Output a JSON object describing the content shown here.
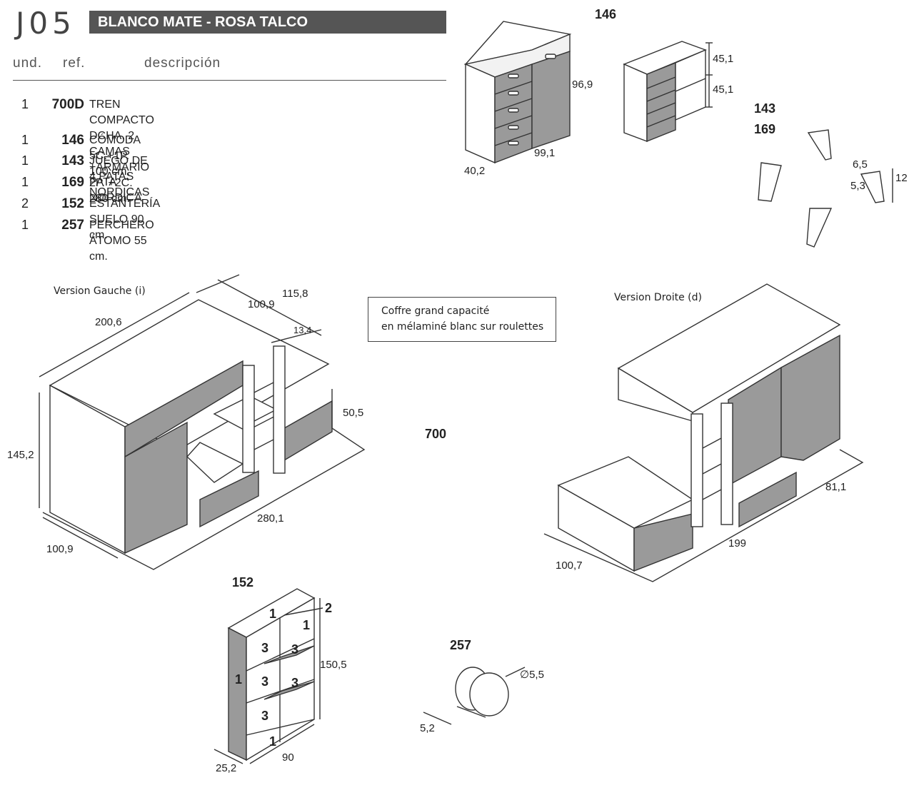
{
  "header": {
    "code": "J05",
    "title": "BLANCO MATE - ROSA TALCO",
    "col_und": "und.",
    "col_ref": "ref.",
    "col_desc": "descripción"
  },
  "items": [
    {
      "qty": "1",
      "ref": "700D",
      "desc": "TREN COMPACTO DCHA. 2 CAMAS +ARMARIO",
      "desc2": "2P. +2C. 280 cm."
    },
    {
      "qty": "1",
      "ref": "146",
      "desc": "CÓMODA 5C.+1P. 100 cm."
    },
    {
      "qty": "1",
      "ref": "143",
      "desc": "JUEGO DE 4 PATAS NORDICAS"
    },
    {
      "qty": "1",
      "ref": "169",
      "desc": "PATA NORDICA"
    },
    {
      "qty": "2",
      "ref": "152",
      "desc": "ESTANTERÍA SUELO 90 cm."
    },
    {
      "qty": "1",
      "ref": "257",
      "desc": "PERCHERO ÁTOMO 55 cm."
    }
  ],
  "diagram_146": {
    "ref": "146",
    "dims": {
      "height": "96,9",
      "width": "99,1",
      "depth": "40,2",
      "upper": "45,1",
      "lower": "45,1"
    }
  },
  "diagram_legs": {
    "ref1": "143",
    "ref2": "169",
    "dims": {
      "a": "6,5",
      "b": "5,3",
      "c": "12"
    }
  },
  "diagram_700": {
    "ref": "700",
    "left_label": "Version Gauche (i)",
    "right_label": "Version Droite (d)",
    "note_line1": "Coffre grand capacité",
    "note_line2": "en mélaminé blanc sur roulettes",
    "left_dims": {
      "len": "200,6",
      "d1": "100,9",
      "d2": "115,8",
      "d3": "13,4",
      "h": "145,2",
      "h2": "50,5",
      "total": "280,1",
      "depth": "100,9"
    },
    "right_dims": {
      "w": "81,1",
      "len": "199",
      "depth": "100,7"
    }
  },
  "diagram_152": {
    "ref": "152",
    "labels": {
      "n1a": "1",
      "n1b": "1",
      "n1c": "1",
      "n1d": "1",
      "n2": "2",
      "n3a": "3",
      "n3b": "3",
      "n3c": "3",
      "n3d": "3",
      "n3e": "3"
    },
    "dims": {
      "h": "150,5",
      "w": "90",
      "d": "25,2"
    }
  },
  "diagram_257": {
    "ref": "257",
    "dims": {
      "dia": "∅5,5",
      "depth": "5,2"
    }
  },
  "colors": {
    "grey_panel": "#9a9a9a",
    "dark_bar": "#555555",
    "line": "#333333"
  }
}
